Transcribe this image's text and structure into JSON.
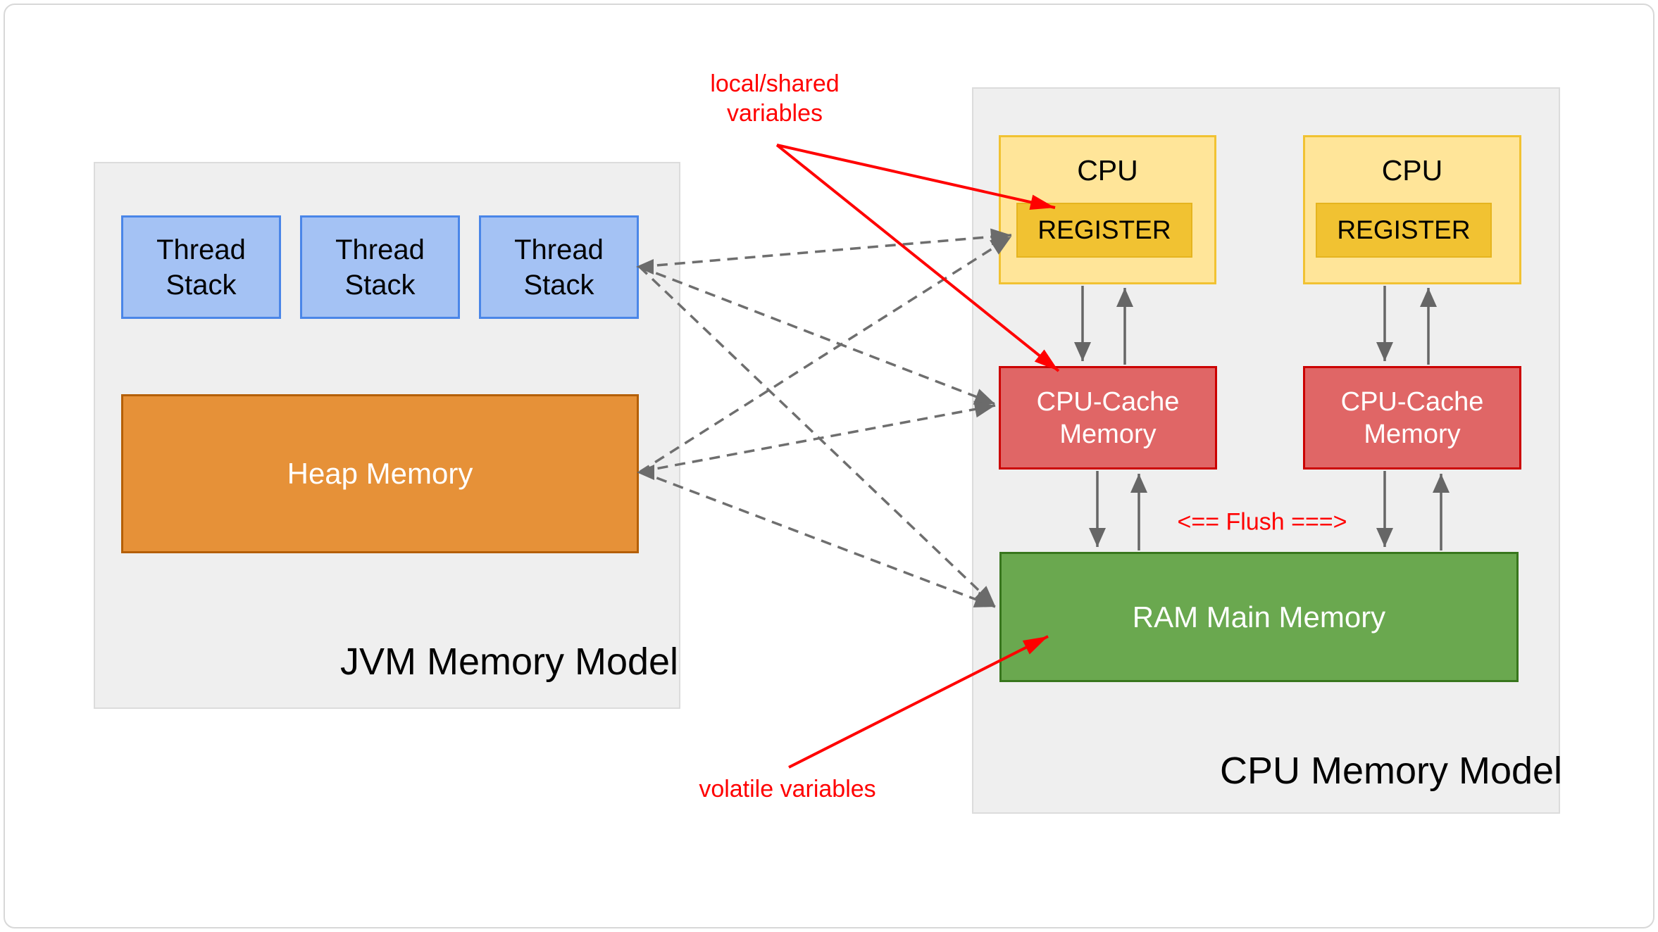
{
  "jvm_model": {
    "title": "JVM Memory Model",
    "thread_stacks": [
      {
        "label": "Thread Stack"
      },
      {
        "label": "Thread Stack"
      },
      {
        "label": "Thread Stack"
      }
    ],
    "heap": {
      "label": "Heap Memory"
    }
  },
  "cpu_model": {
    "title": "CPU Memory Model",
    "cpus": [
      {
        "label": "CPU",
        "register_label": "REGISTER",
        "cache_label": "CPU-Cache Memory"
      },
      {
        "label": "CPU",
        "register_label": "REGISTER",
        "cache_label": "CPU-Cache Memory"
      }
    ],
    "ram": {
      "label": "RAM Main Memory"
    },
    "flush_label": "<== Flush ===>"
  },
  "annotations": {
    "local_shared_label": "local/shared variables",
    "volatile_label": "volatile variables"
  },
  "colors": {
    "container_fill": "#efefef",
    "thread_stack_fill": "#a4c2f4",
    "thread_stack_border": "#4a86e8",
    "heap_fill": "#e69138",
    "heap_border": "#b45f06",
    "cpu_fill": "#ffe599",
    "cpu_border": "#f1c232",
    "register_fill": "#f1c232",
    "cache_fill": "#e06666",
    "cache_border": "#cc0000",
    "ram_fill": "#6aa84f",
    "ram_border": "#38761d",
    "arrow_gray": "#666666",
    "annotation_red": "#ff0000"
  }
}
